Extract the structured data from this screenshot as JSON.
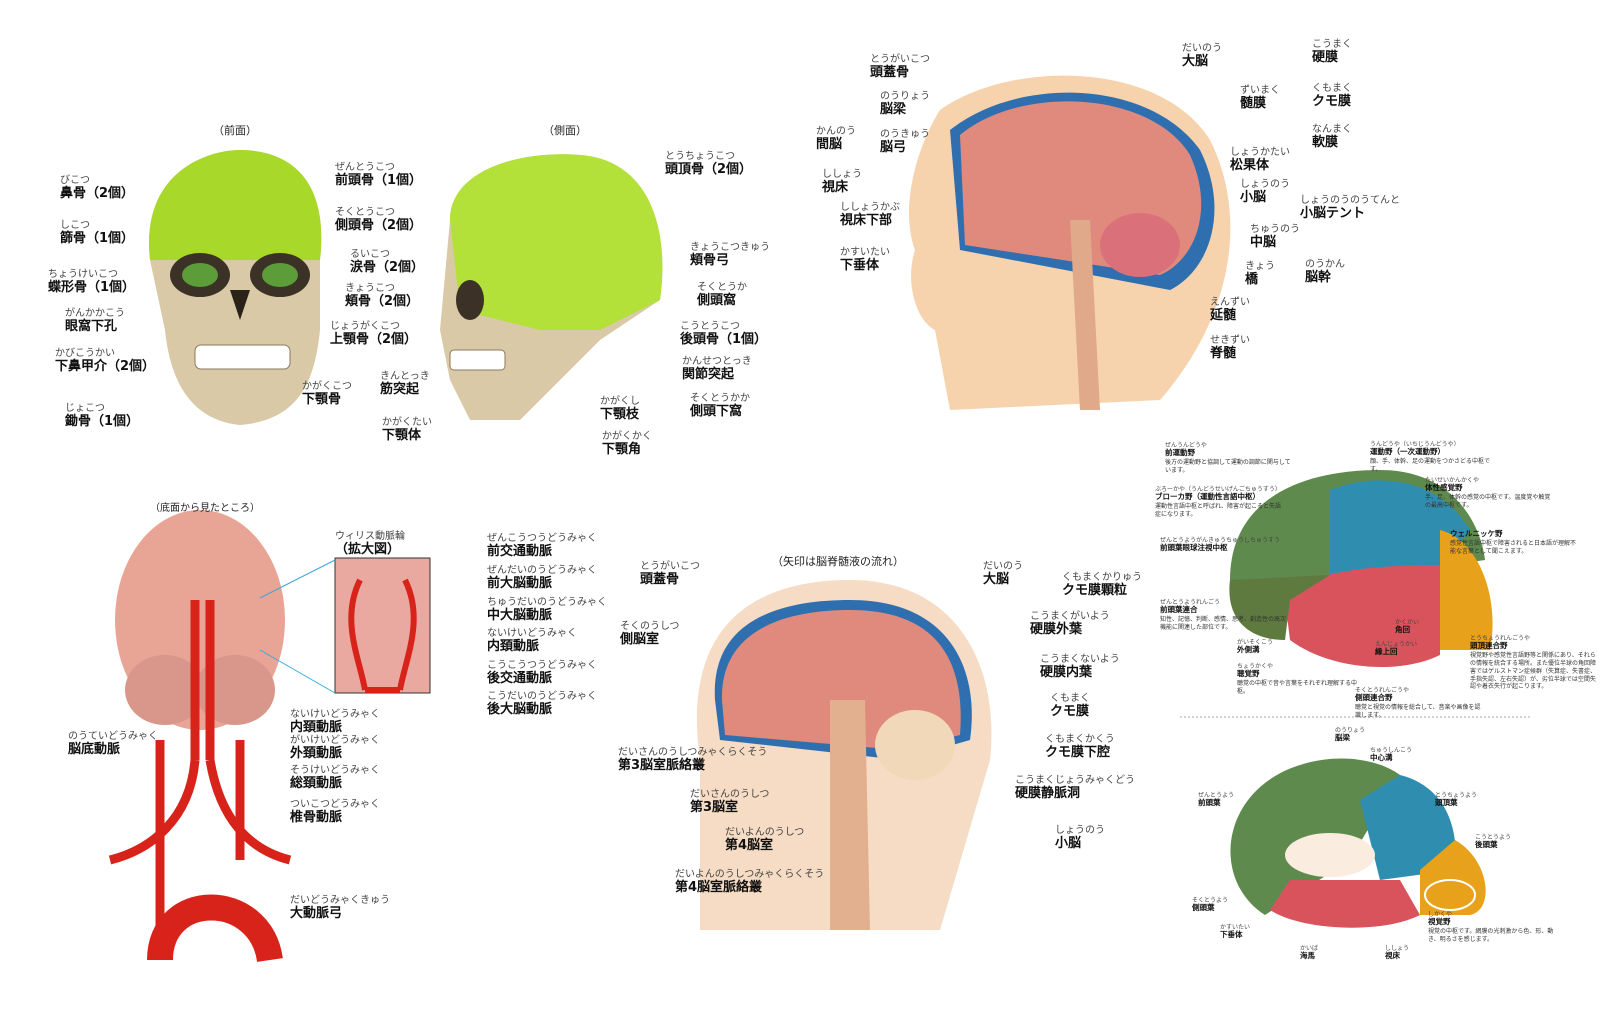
{
  "skull": {
    "front_heading": "（前面）",
    "side_heading": "（側面）",
    "labels": [
      {
        "f": "びこつ",
        "t": "鼻骨（2個）"
      },
      {
        "f": "しこつ",
        "t": "篩骨（1個）"
      },
      {
        "f": "ちょうけいこつ",
        "t": "蝶形骨（1個）"
      },
      {
        "f": "がんかかこう",
        "t": "眼窩下孔"
      },
      {
        "f": "かびこうかい",
        "t": "下鼻甲介（2個）"
      },
      {
        "f": "じょこつ",
        "t": "鋤骨（1個）"
      },
      {
        "f": "ぜんとうこつ",
        "t": "前頭骨（1個）"
      },
      {
        "f": "そくとうこつ",
        "t": "側頭骨（2個）"
      },
      {
        "f": "るいこつ",
        "t": "涙骨（2個）"
      },
      {
        "f": "きょうこつ",
        "t": "頬骨（2個）"
      },
      {
        "f": "じょうがくこつ",
        "t": "上顎骨（2個）"
      },
      {
        "f": "かがくこつ",
        "t": "下顎骨"
      },
      {
        "f": "とうちょうこつ",
        "t": "頭頂骨（2個）"
      },
      {
        "f": "きょうこつきゅう",
        "t": "頬骨弓"
      },
      {
        "f": "そくとうか",
        "t": "側頭窩"
      },
      {
        "f": "こうとうこつ",
        "t": "後頭骨（1個）"
      },
      {
        "f": "かんせつとっき",
        "t": "関節突起"
      },
      {
        "f": "そくとうかか",
        "t": "側頭下窩"
      },
      {
        "f": "きんとっき",
        "t": "筋突起"
      },
      {
        "f": "かがくたい",
        "t": "下顎体"
      },
      {
        "f": "かがくし",
        "t": "下顎枝"
      },
      {
        "f": "かがくかく",
        "t": "下顎角"
      }
    ]
  },
  "sagittal": {
    "labels": [
      {
        "f": "とうがいこつ",
        "t": "頭蓋骨"
      },
      {
        "f": "のうりょう",
        "t": "脳梁"
      },
      {
        "f": "かんのう",
        "t": "間脳"
      },
      {
        "f": "のうきゅう",
        "t": "脳弓"
      },
      {
        "f": "ししょう",
        "t": "視床"
      },
      {
        "f": "ししょうかぶ",
        "t": "視床下部"
      },
      {
        "f": "かすいたい",
        "t": "下垂体"
      },
      {
        "f": "だいのう",
        "t": "大脳"
      },
      {
        "f": "ずいまく",
        "t": "髄膜"
      },
      {
        "f": "しょうかたい",
        "t": "松果体"
      },
      {
        "f": "しょうのう",
        "t": "小脳"
      },
      {
        "f": "ちゅうのう",
        "t": "中脳"
      },
      {
        "f": "きょう",
        "t": "橋"
      },
      {
        "f": "えんずい",
        "t": "延髄"
      },
      {
        "f": "せきずい",
        "t": "脊髄"
      },
      {
        "f": "こうまく",
        "t": "硬膜"
      },
      {
        "f": "くもまく",
        "t": "クモ膜"
      },
      {
        "f": "なんまく",
        "t": "軟膜"
      },
      {
        "f": "しょうのうのうてんと",
        "t": "小脳テント"
      },
      {
        "f": "のうかん",
        "t": "脳幹"
      }
    ]
  },
  "willis": {
    "heading": "（底面から見たところ）",
    "labels": [
      {
        "f": "ウィリス動脈輪",
        "t": "（拡大図）"
      },
      {
        "f": "ぜんこうつうどうみゃく",
        "t": "前交通動脈"
      },
      {
        "f": "ぜんだいのうどうみゃく",
        "t": "前大脳動脈"
      },
      {
        "f": "ちゅうだいのうどうみゃく",
        "t": "中大脳動脈"
      },
      {
        "f": "ないけいどうみゃく",
        "t": "内頚動脈"
      },
      {
        "f": "こうこうつうどうみゃく",
        "t": "後交通動脈"
      },
      {
        "f": "こうだいのうどうみゃく",
        "t": "後大脳動脈"
      },
      {
        "f": "のうていどうみゃく",
        "t": "脳底動脈"
      },
      {
        "f": "ないけいどうみゃく",
        "t": "内頚動脈"
      },
      {
        "f": "がいけいどうみゃく",
        "t": "外頚動脈"
      },
      {
        "f": "そうけいどうみゃく",
        "t": "総頚動脈"
      },
      {
        "f": "ついこつどうみゃく",
        "t": "椎骨動脈"
      },
      {
        "f": "だいどうみゃくきゅう",
        "t": "大動脈弓"
      }
    ]
  },
  "csf": {
    "heading": "（矢印は脳脊髄液の流れ）",
    "labels": [
      {
        "f": "とうがいこつ",
        "t": "頭蓋骨"
      },
      {
        "f": "そくのうしつ",
        "t": "側脳室"
      },
      {
        "f": "だいさんのうしつみゃくらくそう",
        "t": "第3脳室脈絡叢"
      },
      {
        "f": "だいさんのうしつ",
        "t": "第3脳室"
      },
      {
        "f": "だいよんのうしつ",
        "t": "第4脳室"
      },
      {
        "f": "だいよんのうしつみゃくらくそう",
        "t": "第4脳室脈絡叢"
      },
      {
        "f": "だいのう",
        "t": "大脳"
      },
      {
        "f": "くもまくかりゅう",
        "t": "クモ膜顆粒"
      },
      {
        "f": "こうまくがいよう",
        "t": "硬膜外葉"
      },
      {
        "f": "こうまくないよう",
        "t": "硬膜内葉"
      },
      {
        "f": "くもまく",
        "t": "クモ膜"
      },
      {
        "f": "くもまくかくう",
        "t": "クモ膜下腔"
      },
      {
        "f": "こうまくじょうみゃくどう",
        "t": "硬膜静脈洞"
      },
      {
        "f": "しょうのう",
        "t": "小脳"
      }
    ]
  },
  "function_areas": {
    "labels": [
      {
        "f": "ぜんうんどうや",
        "t": "前運動野",
        "d": "後方の運動野と協調して運動の調節に関与しています。"
      },
      {
        "f": "ぶろーかや（うんどうせいげんごちゅうすう）",
        "t": "ブローカ野（運動性言語中枢）",
        "d": "運動性言語中枢と呼ばれ、障害が起こると失語症になります。"
      },
      {
        "f": "ぜんとうようがんきゅうちゅうしちゅうすう",
        "t": "前頭葉眼球注視中枢"
      },
      {
        "f": "ぜんとうようれんごう",
        "t": "前頭葉連合",
        "d": "知性、記憶、判断、感情、思考、創造性の高次機能に関連した部位です。"
      },
      {
        "f": "がいそくこう",
        "t": "外側溝"
      },
      {
        "f": "ちょうかくや",
        "t": "聴覚野",
        "d": "聴覚の中枢で音や言葉をそれぞれ理解する中枢。"
      },
      {
        "f": "そくとうれんごうや",
        "t": "側頭連合野",
        "d": "聴覚と視覚の情報を総合して、音楽や画像を認識します。"
      },
      {
        "f": "うんどうや（いちじうんどうや）",
        "t": "運動野（一次運動野）",
        "d": "顔、手、体幹、足の運動をつかさどる中枢です。"
      },
      {
        "f": "たいせいかんかくや",
        "t": "体性感覚野",
        "d": "手、足、体幹の感覚の中枢です。温度覚や触覚の最高中枢です。"
      },
      {
        "f": "",
        "t": "ウェルニッケ野",
        "d": "感覚性言語中枢で障害されると日本語が理解不能な言葉として聞こえます。"
      },
      {
        "f": "かくかい",
        "t": "角回"
      },
      {
        "f": "えんじょうかい",
        "t": "縁上回"
      },
      {
        "f": "とうちょうれんごうや",
        "t": "頭頂連合野",
        "d": "視覚野や感覚性言語野等と関係にあり、それらの情報を統合する場所。また優位半球の角回障害ではゲルストマン症候群（失算症、失書症、手指失認、左右失認）が、劣位半球では空間失認や着衣失行が起こります。"
      }
    ]
  },
  "medial": {
    "labels": [
      {
        "f": "のうりょう",
        "t": "脳梁"
      },
      {
        "f": "ちゅうしんこう",
        "t": "中心溝"
      },
      {
        "f": "ぜんとうよう",
        "t": "前頭葉"
      },
      {
        "f": "とうちょうよう",
        "t": "頭頂葉"
      },
      {
        "f": "こうとうよう",
        "t": "後頭葉"
      },
      {
        "f": "そくとうよう",
        "t": "側頭葉"
      },
      {
        "f": "かすいたい",
        "t": "下垂体"
      },
      {
        "f": "しかくや",
        "t": "視覚野",
        "d": "視覚の中枢です。網膜の光刺激から色、形、動き、明るさを感じます。"
      },
      {
        "f": "かいば",
        "t": "海馬"
      },
      {
        "f": "ししょう",
        "t": "視床"
      }
    ]
  },
  "colors": {
    "bone": "#d9c9a6",
    "bone_green": "#a8d82a",
    "brain": "#e38a7c",
    "artery": "#d8231b",
    "frontal": "#5f8a4e",
    "parietal": "#2f8eb0",
    "temporal": "#d9535d",
    "occipital": "#e8a11a",
    "skin": "#f6d2ad"
  }
}
